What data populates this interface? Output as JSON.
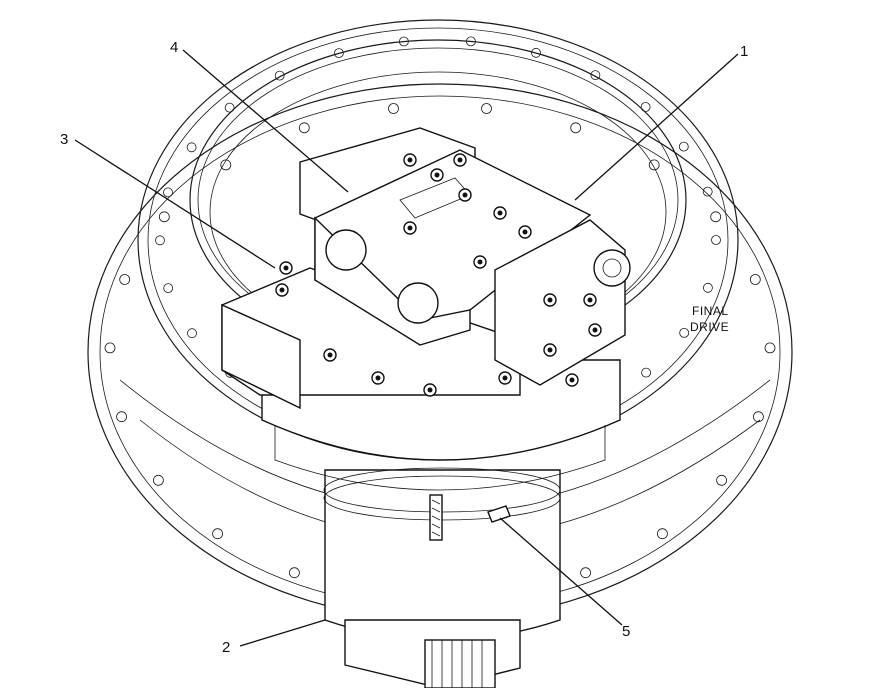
{
  "diagram": {
    "callouts": [
      {
        "id": "c1",
        "text": "1"
      },
      {
        "id": "c2",
        "text": "2"
      },
      {
        "id": "c3",
        "text": "3"
      },
      {
        "id": "c4",
        "text": "4"
      },
      {
        "id": "c5",
        "text": "5"
      }
    ],
    "label_lines": [
      "FINAL",
      "DRIVE"
    ]
  }
}
